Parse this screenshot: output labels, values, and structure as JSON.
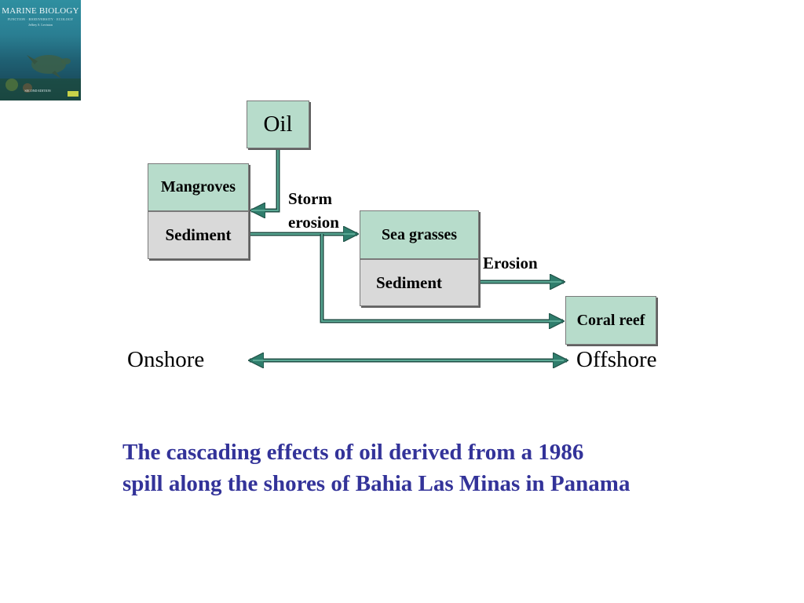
{
  "cover": {
    "title": "MARINE BIOLOGY",
    "subtitle": "FUNCTION · BIODIVERSITY · ECOLOGY",
    "author": "Jeffrey S. Levinton",
    "edition": "SECOND EDITION"
  },
  "diagram": {
    "oil": "Oil",
    "mangroves": "Mangroves",
    "mangrove_sediment": "Sediment",
    "storm_erosion_line1": "Storm",
    "storm_erosion_line2": "erosion",
    "sea_grasses": "Sea grasses",
    "seagrass_sediment": "Sediment",
    "erosion": "Erosion",
    "coral_reef": "Coral reef",
    "onshore": "Onshore",
    "offshore": "Offshore"
  },
  "caption": {
    "line1": "The cascading effects of oil derived from a 1986",
    "line2": "spill along the shores of Bahia Las Minas in Panama"
  },
  "colors": {
    "box_green": "#b7dccb",
    "box_gray": "#d9d9d9",
    "arrow": "#2f7d6c",
    "caption": "#333399"
  }
}
